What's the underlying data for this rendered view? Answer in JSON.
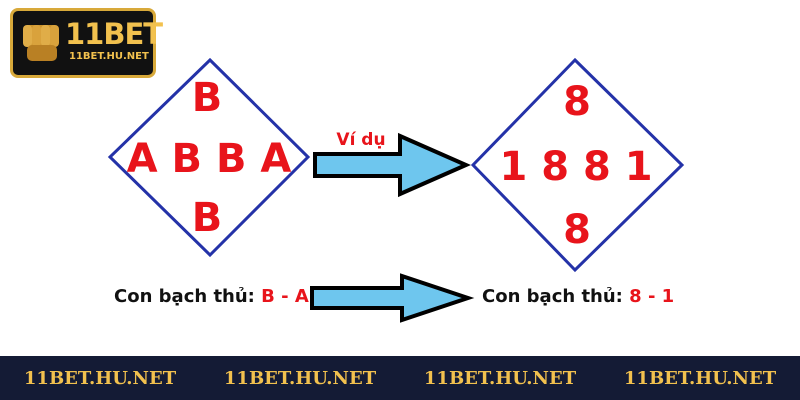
{
  "logo": {
    "main": "11BET",
    "sub": "11BET.HU.NET"
  },
  "left_diamond": {
    "top": "B",
    "row": "A B B A",
    "bottom": "B"
  },
  "arrow_label": "Ví dụ",
  "right_diamond": {
    "top": "8",
    "row": "1 8 8 1",
    "bottom": "8"
  },
  "left_caption": {
    "prefix": "Con bạch thủ:",
    "value": "B - A"
  },
  "right_caption": {
    "prefix": "Con bạch thủ:",
    "value": "8 - 1"
  },
  "footer": [
    "11BET.HU.NET",
    "11BET.HU.NET",
    "11BET.HU.NET",
    "11BET.HU.NET"
  ],
  "colors": {
    "accent_red": "#e8141b",
    "diamond_blue": "#2432a8",
    "arrow_fill": "#6ec6ee",
    "gold": "#f2c14e",
    "footer_bg": "#141b35"
  }
}
